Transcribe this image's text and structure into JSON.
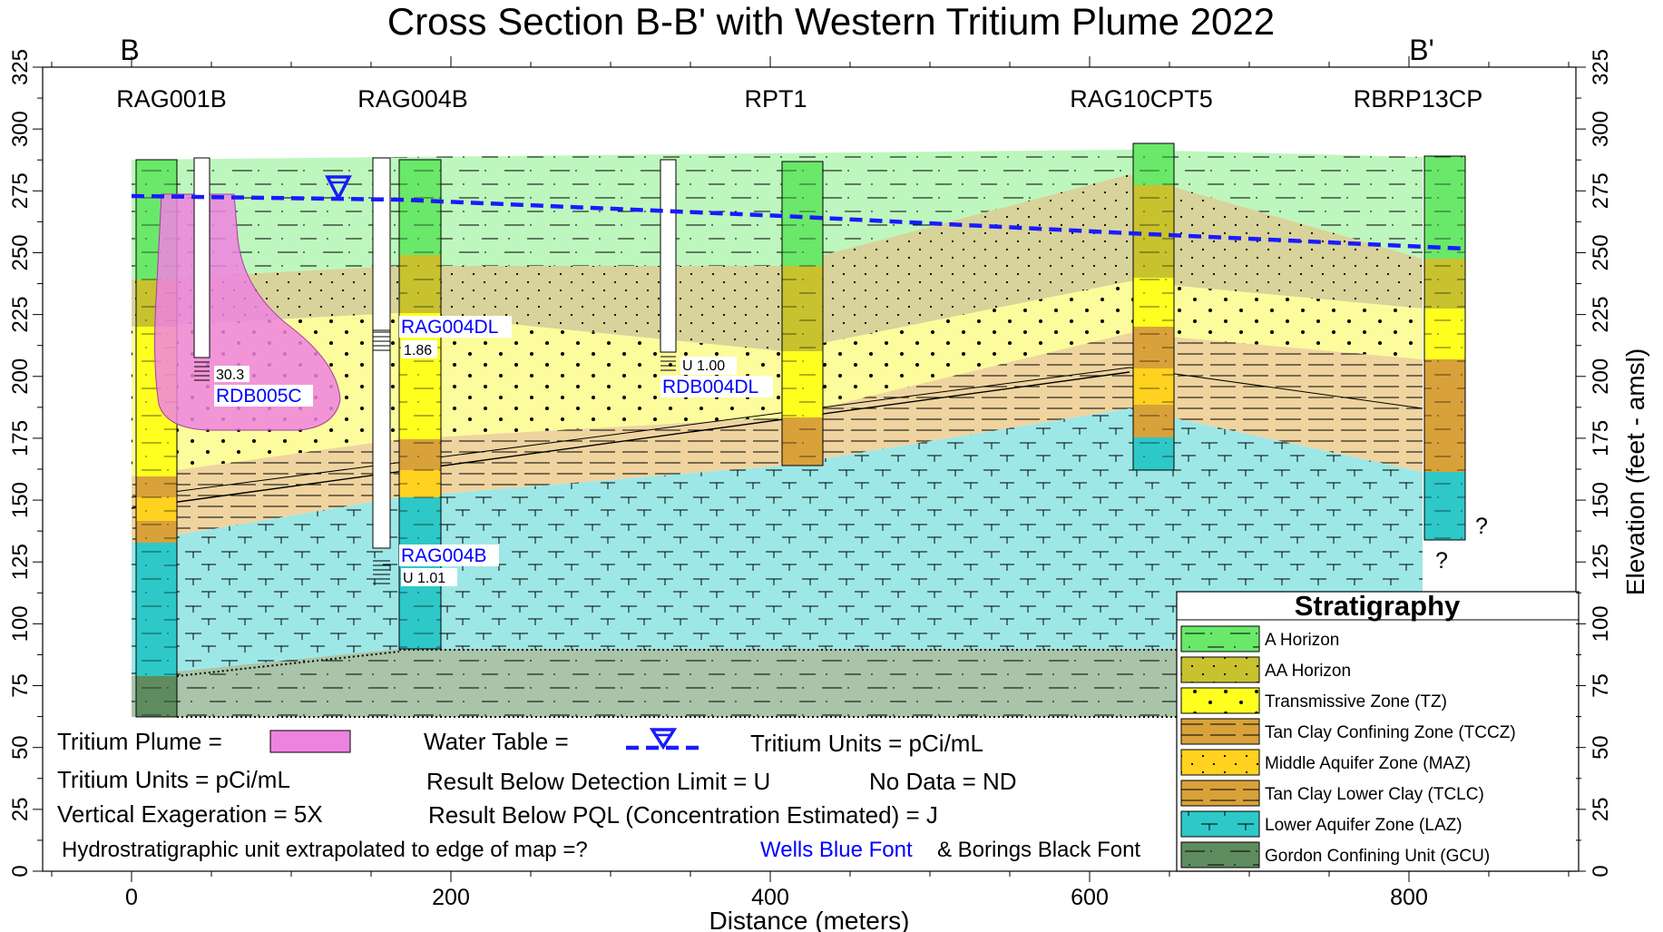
{
  "title": "Cross Section B-B' with Western Tritium Plume 2022",
  "section_ends": {
    "left": "B",
    "right": "B'"
  },
  "axes": {
    "xlabel": "Distance  (meters)",
    "ylabel": "Elevation (feet - amsl)",
    "xlim": [
      -50,
      900
    ],
    "ylim": [
      0,
      325
    ],
    "x_ticks": [
      "0",
      "200",
      "400",
      "600",
      "800"
    ],
    "y_ticks": [
      "0",
      "25",
      "50",
      "75",
      "100",
      "125",
      "150",
      "175",
      "200",
      "225",
      "250",
      "275",
      "300",
      "325"
    ]
  },
  "borings": [
    {
      "name": "RAG001B",
      "x": 0
    },
    {
      "name": "RAG004B",
      "x": 170
    },
    {
      "name": "RPT1",
      "x": 400
    },
    {
      "name": "RAG10CPT5",
      "x": 630
    },
    {
      "name": "RBRP13CP",
      "x": 820
    }
  ],
  "wells": [
    {
      "name": "RDB005C",
      "result": "30.3"
    },
    {
      "name": "RAG004DL",
      "result": "1.86"
    },
    {
      "name": "RDB004DL",
      "result": "U 1.00"
    },
    {
      "name": "RAG004B",
      "result": "U 1.01"
    }
  ],
  "question_marks": [
    "?",
    "?"
  ],
  "notes": {
    "plume_label": "Tritium Plume =",
    "water_table_label": "Water Table =",
    "units_a": "Tritium Units = pCi/mL",
    "units_b": "Tritium Units = pCi/mL",
    "exaggeration": "Vertical Exageration = 5X",
    "below_dl": "Result Below Detection Limit = U",
    "no_data": "No Data = ND",
    "below_pql": "Result Below PQL (Concentration Estimated) = J",
    "extrapolated": "Hydrostratigraphic unit extrapolated to edge of map =?",
    "wells_font": "Wells Blue Font",
    "borings_font": "& Borings Black Font"
  },
  "legend": {
    "title": "Stratigraphy",
    "items": [
      {
        "label": "A Horizon",
        "color": "#6ae86a"
      },
      {
        "label": "AA Horizon",
        "color": "#c7c22e"
      },
      {
        "label": "Transmissive Zone (TZ)",
        "color": "#ffff1f"
      },
      {
        "label": "Tan Clay Confining Zone (TCCZ)",
        "color": "#d9a13a"
      },
      {
        "label": "Middle Aquifer Zone (MAZ)",
        "color": "#ffd21f"
      },
      {
        "label": "Tan Clay Lower Clay (TCLC)",
        "color": "#d9a13a"
      },
      {
        "label": "Lower Aquifer Zone (LAZ)",
        "color": "#2ec8c8"
      },
      {
        "label": "Gordon Confining Unit (GCU)",
        "color": "#5e8c5e"
      }
    ]
  },
  "colors": {
    "a_zone_light": "#bdf7bd",
    "aa_zone_light": "#d8d39a",
    "tz_light": "#fcfc9c",
    "tan_light": "#efd4a0",
    "laz_light": "#9ee7e7",
    "gcu_light": "#a9c4a9",
    "plume": "#ee82e0",
    "water_table": "#1a1aff",
    "well_text": "#0000ff"
  }
}
